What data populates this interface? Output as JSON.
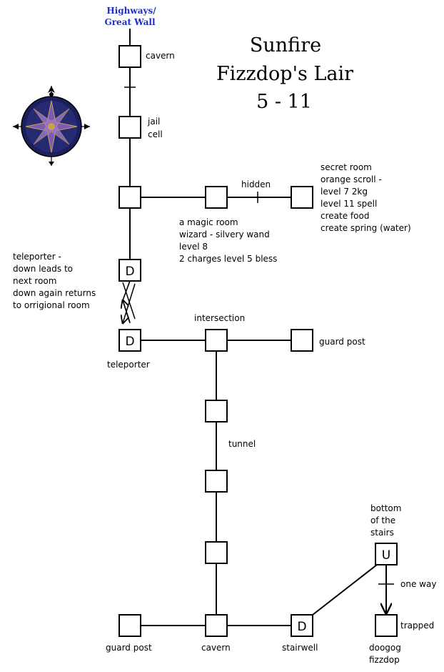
{
  "title": {
    "line1": "Sunfire",
    "line2": "Fizzdop's Lair",
    "line3": "5 - 11"
  },
  "exit_link": {
    "line1": "Highways/",
    "line2": "Great Wall"
  },
  "colors": {
    "link": "#1e2fc8",
    "compass_ring": "#1b1f5c",
    "compass_star": "#7b5ab8",
    "compass_gold": "#c9a24a"
  },
  "rooms": {
    "cavern_top": {
      "label": "cavern"
    },
    "jail": {
      "label1": "jail",
      "label2": "cell"
    },
    "magic_room": {
      "lines": [
        "a magic room",
        "wizard - silvery wand",
        "level 8",
        "2 charges level 5 bless"
      ]
    },
    "hidden_door": {
      "label": "hidden"
    },
    "secret_room": {
      "lines": [
        "secret room",
        "orange scroll -",
        "level 7   2kg",
        "level 11 spell",
        "create food",
        "create spring (water)"
      ]
    },
    "teleporter_upper": {
      "letter": "D",
      "lines": [
        "teleporter -",
        "down leads to",
        "next room",
        "down again returns",
        "to orrigional room"
      ]
    },
    "teleporter_lower": {
      "letter": "D",
      "label": "teleporter"
    },
    "intersection": {
      "label": "intersection"
    },
    "guard_post_east": {
      "label": "guard post"
    },
    "tunnel": {
      "label": "tunnel"
    },
    "guard_post_south": {
      "label": "guard post"
    },
    "cavern_bottom": {
      "label": "cavern"
    },
    "stairwell": {
      "letter": "D",
      "label": "stairwell"
    },
    "stairs_bottom": {
      "letter": "U",
      "lines": [
        "bottom",
        "of the",
        "stairs"
      ]
    },
    "one_way": {
      "label": "one way"
    },
    "trapped": {
      "label": "trapped",
      "lines": [
        "doogog",
        "fizzdop"
      ]
    }
  }
}
